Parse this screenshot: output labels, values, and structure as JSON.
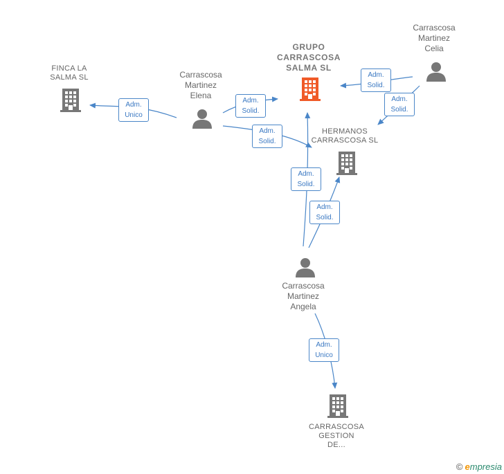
{
  "colors": {
    "edge": "#4a86c8",
    "person_icon": "#777777",
    "company_icon": "#777777",
    "main_company_icon": "#f05a28",
    "text": "#666666"
  },
  "nodes": {
    "finca": {
      "lines": [
        "FINCA LA",
        "SALMA  SL"
      ],
      "icon": "building-icon"
    },
    "elena": {
      "lines": [
        "Carrascosa",
        "Martinez",
        "Elena"
      ],
      "icon": "person-icon"
    },
    "grupo": {
      "lines": [
        "GRUPO",
        "CARRASCOSA",
        "SALMA  SL"
      ],
      "icon": "building-icon"
    },
    "celia": {
      "lines": [
        "Carrascosa",
        "Martinez",
        "Celia"
      ],
      "icon": "person-icon"
    },
    "hermanos": {
      "lines": [
        "HERMANOS",
        "CARRASCOSA SL"
      ],
      "icon": "building-icon"
    },
    "angela": {
      "lines": [
        "Carrascosa",
        "Martinez",
        "Angela"
      ],
      "icon": "person-icon"
    },
    "gestion": {
      "lines": [
        "CARRASCOSA",
        "GESTION",
        "DE..."
      ],
      "icon": "building-icon"
    }
  },
  "relations": [
    {
      "id": "elena-finca",
      "lines": [
        "Adm.",
        "Unico"
      ]
    },
    {
      "id": "elena-grupo",
      "lines": [
        "Adm.",
        "Solid."
      ]
    },
    {
      "id": "elena-hermanos",
      "lines": [
        "Adm.",
        "Solid."
      ]
    },
    {
      "id": "celia-grupo",
      "lines": [
        "Adm.",
        "Solid."
      ]
    },
    {
      "id": "celia-hermanos",
      "lines": [
        "Adm.",
        "Solid."
      ]
    },
    {
      "id": "angela-grupo",
      "lines": [
        "Adm.",
        "Solid."
      ]
    },
    {
      "id": "angela-hermanos",
      "lines": [
        "Adm.",
        "Solid."
      ]
    },
    {
      "id": "angela-gestion",
      "lines": [
        "Adm.",
        "Unico"
      ]
    }
  ],
  "brand": {
    "copyright": "©",
    "name_initial": "e",
    "name_rest": "mpresia"
  }
}
